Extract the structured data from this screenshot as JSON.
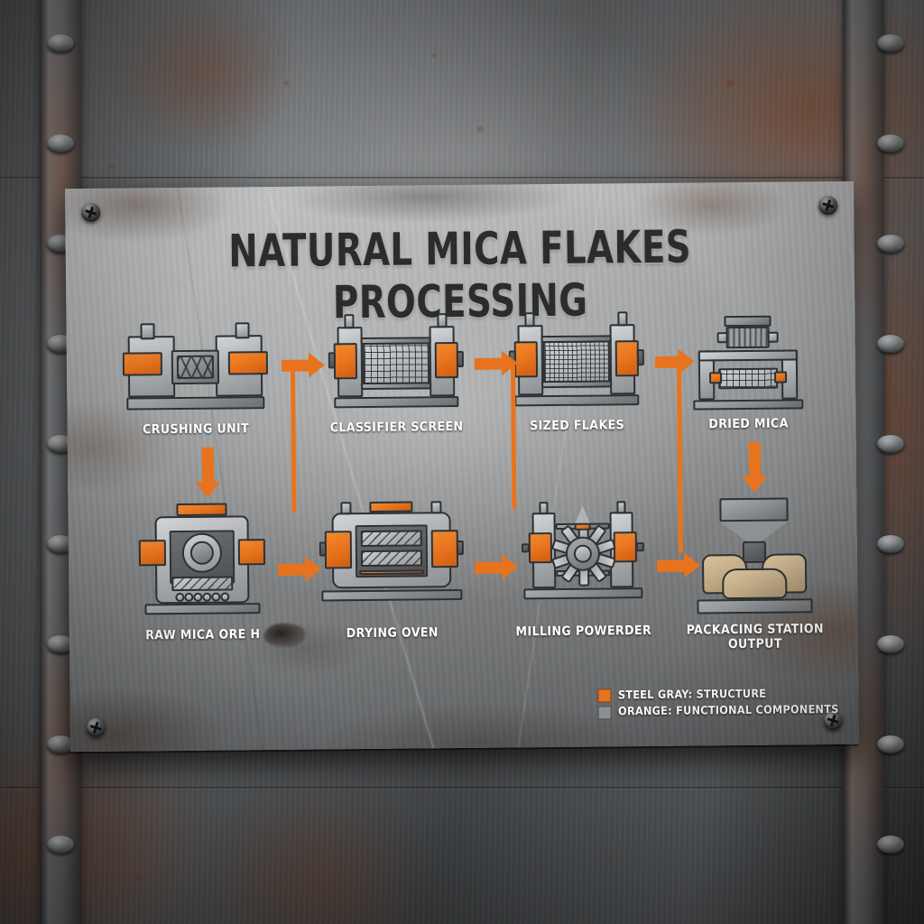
{
  "sign": {
    "title": "NATURAL MICA FLAKES PROCESSING"
  },
  "colors": {
    "orange": "#e8731e",
    "steel_gray": "#8e9194",
    "caption_text": "#ffffff",
    "title_text": "#2b2c2e",
    "sack_tan": "#c4ae8a"
  },
  "flow": {
    "top_row": [
      {
        "id": "crushing-unit",
        "label": "CRUSHING UNIT"
      },
      {
        "id": "classifier-screen",
        "label": "CLASSIFIER SCREEN"
      },
      {
        "id": "sized-flakes",
        "label": "SIZED FLAKES"
      },
      {
        "id": "dried-mica",
        "label": "DRIED MICA"
      }
    ],
    "bottom_row": [
      {
        "id": "raw-mica-ore",
        "label": "RAW MICA ORE H"
      },
      {
        "id": "drying-oven",
        "label": "DRYING OVEN"
      },
      {
        "id": "milling-powderer",
        "label": "MILLING POWERDER"
      },
      {
        "id": "packaging-station",
        "label_line1": "PACKACING STATION",
        "label_line2": "OUTPUT"
      }
    ]
  },
  "legend": {
    "row1": "STEEL GRAY: STRUCTURE",
    "row2": "ORANGE: FUNCTIONAL COMPONENTS"
  },
  "icons": {
    "screw": "screw-icon",
    "rivet": "rivet-icon",
    "arrow_right": "arrow-right-icon",
    "arrow_down": "arrow-down-icon"
  }
}
